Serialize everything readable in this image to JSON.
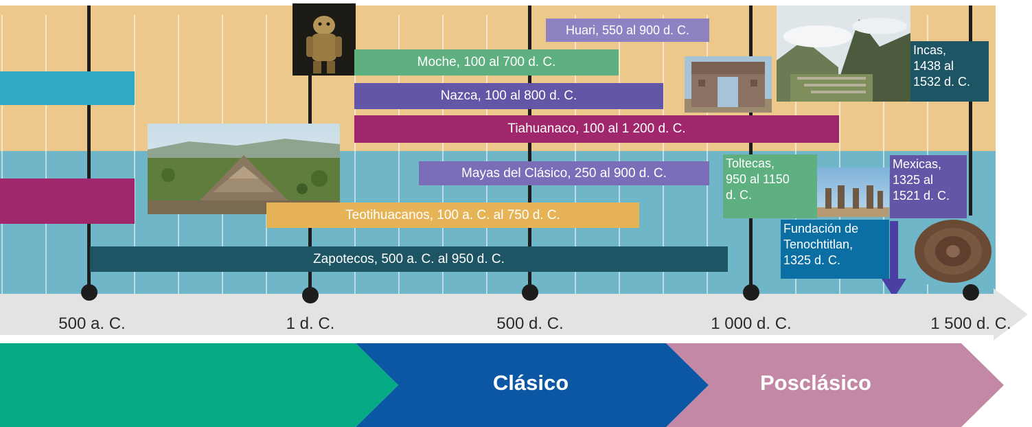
{
  "colors": {
    "andes_band": "#ecc98a",
    "meso_band": "#6fb6c9",
    "axis_arrow": "#e3e3e3",
    "preclassic_green": "#06ab86",
    "classic_blue": "#0b57a4",
    "postclassic_pink": "#c288a6",
    "zapotec_teal": "#1e5565",
    "teotihuacan_yellow": "#e6b456",
    "maya_purple": "#7c6db9",
    "tiahuanaco_magenta": "#a0276b",
    "nazca_purple": "#6356a6",
    "moche_green": "#5eb080",
    "huari_lavender": "#8f82c2",
    "early_cyan": "#31a8c4"
  },
  "axis": {
    "ticks": [
      "500 a. C.",
      "1 d. C.",
      "500 d. C.",
      "1 000 d. C.",
      "1 500 d. C."
    ]
  },
  "periods": {
    "preclassic": "",
    "classic": "Clásico",
    "postclassic": "Posclásico"
  },
  "cultures": {
    "zapotecos": "Zapotecos, 500 a. C. al 950 d. C.",
    "teotihuacanos": "Teotihuacanos, 100 a. C. al 750 d. C.",
    "mayas": "Mayas del Clásico, 250 al 900 d. C.",
    "tiahuanaco": "Tiahuanaco, 100 al 1 200 d. C.",
    "nazca": "Nazca, 100 al 800 d. C.",
    "moche": "Moche, 100 al 700 d. C.",
    "huari": "Huari, 550 al 900 d. C.",
    "toltecas": [
      "Toltecas,",
      "950 al 1150",
      "d. C."
    ],
    "mexicas": [
      "Mexicas,",
      "1325 al",
      "1521 d. C."
    ],
    "incas": [
      "Incas,",
      "1438 al",
      "1532 d. C."
    ],
    "tenochtitlan": [
      "Fundación de",
      "Tenochtitlan,",
      "1325 d. C."
    ]
  },
  "images": {
    "moche_figure": "moche-figure-image",
    "teotihuacan": "pyramid-of-the-moon-image",
    "puerta_sol": "gate-of-the-sun-image",
    "machu_picchu": "machu-picchu-image",
    "tula": "atlantes-de-tula-image",
    "piedra_sol": "sun-stone-image"
  }
}
